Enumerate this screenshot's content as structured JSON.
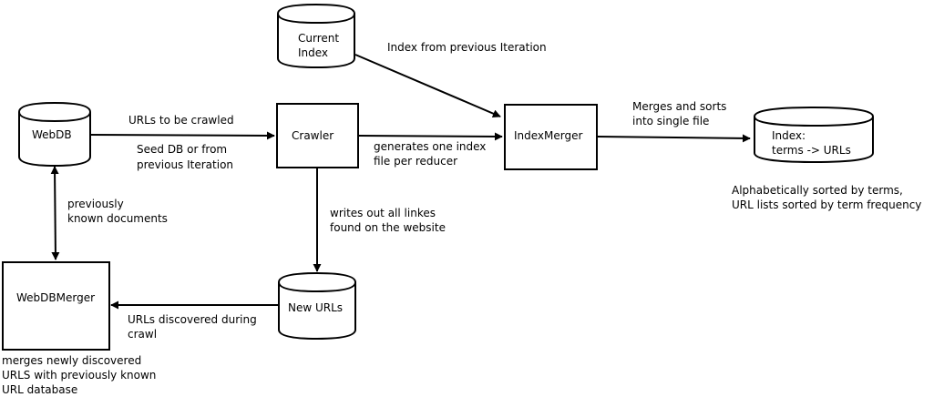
{
  "nodes": {
    "current_index": [
      "Current",
      "Index"
    ],
    "webdb": [
      "WebDB"
    ],
    "crawler": [
      "Crawler"
    ],
    "indexmerger": [
      "IndexMerger"
    ],
    "index": [
      "Index:",
      "terms -> URLs"
    ],
    "webdbmerger": [
      "WebDBMerger"
    ],
    "new_urls": [
      "New URLs"
    ]
  },
  "labels": {
    "index_prev": [
      "Index from previous Iteration"
    ],
    "urls_crawled": [
      "URLs to be crawled"
    ],
    "seed_db": [
      "Seed DB or from",
      "previous Iteration"
    ],
    "gen_index": [
      "generates one index",
      "file per reducer"
    ],
    "merges_sorts": [
      "Merges and sorts",
      "into single file"
    ],
    "alpha_sorted": [
      "Alphabetically sorted by terms,",
      "URL lists sorted by term frequency"
    ],
    "prev_known": [
      "previously",
      "known documents"
    ],
    "writes_out": [
      "writes out all linkes",
      "found on the website"
    ],
    "urls_discovered": [
      "URLs discovered during",
      "crawl"
    ],
    "merges_new": [
      "merges newly discovered",
      "URLS with previously known",
      "URL database"
    ]
  }
}
